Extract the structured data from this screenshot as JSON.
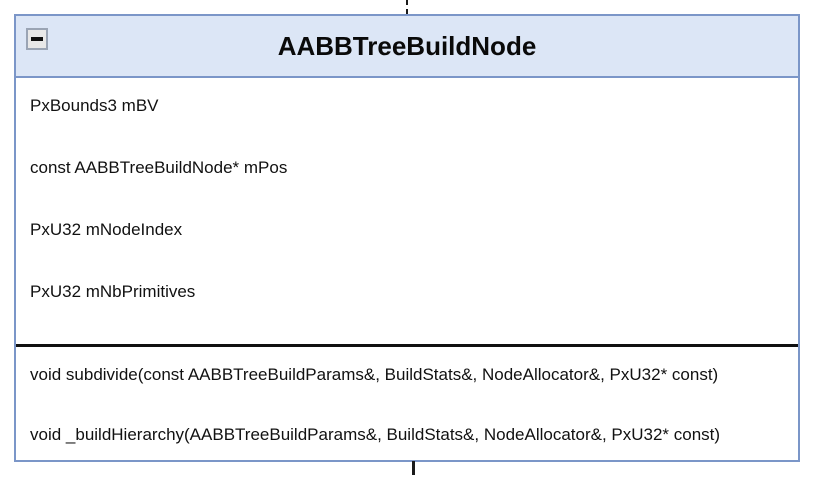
{
  "diagram": {
    "kind": "uml-class-diagram",
    "connector_top": "dashed-line",
    "connector_bottom": "solid-line",
    "colors": {
      "header_background": "#dce6f6",
      "border": "#7b96c8",
      "separator": "#101010",
      "body_background": "#ffffff",
      "text": "#111111"
    }
  },
  "class_box": {
    "title": "AABBTreeBuildNode",
    "collapse_icon": "minus-icon",
    "attributes": [
      {
        "text": "PxBounds3 mBV"
      },
      {
        "text": "const AABBTreeBuildNode* mPos"
      },
      {
        "text": "PxU32 mNodeIndex"
      },
      {
        "text": "PxU32 mNbPrimitives"
      }
    ],
    "methods": [
      {
        "text": "void subdivide(const AABBTreeBuildParams&, BuildStats&, NodeAllocator&, PxU32* const)"
      },
      {
        "text": "void _buildHierarchy(AABBTreeBuildParams&, BuildStats&, NodeAllocator&, PxU32* const)"
      }
    ]
  }
}
